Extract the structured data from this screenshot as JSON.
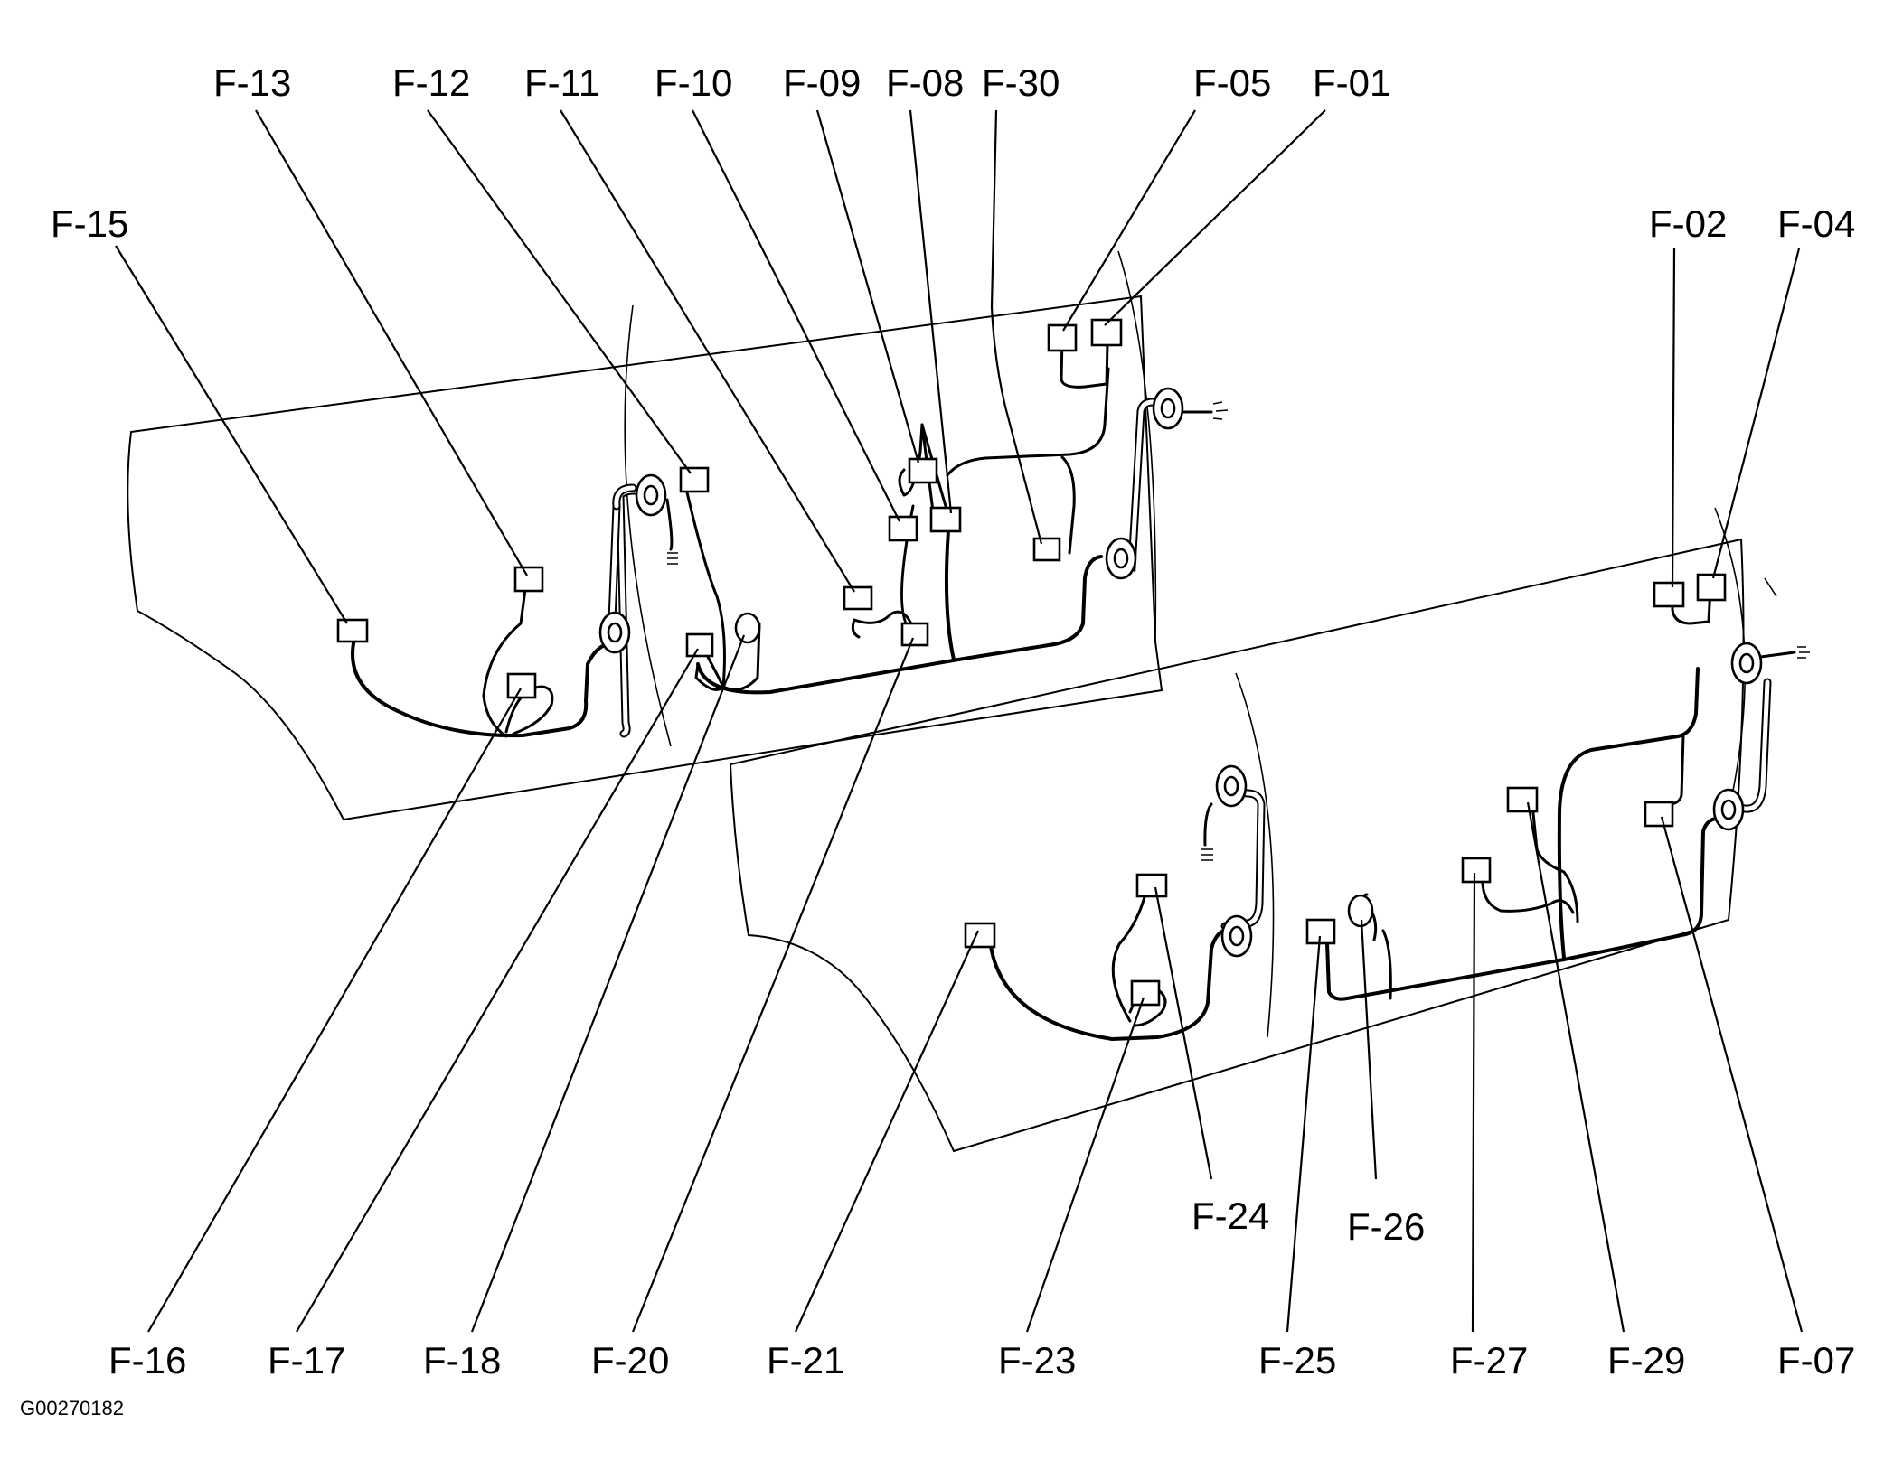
{
  "figure_code": "G00270182",
  "labels": {
    "f13": "F-13",
    "f12": "F-12",
    "f11": "F-11",
    "f10": "F-10",
    "f09": "F-09",
    "f08": "F-08",
    "f30": "F-30",
    "f05": "F-05",
    "f01": "F-01",
    "f15": "F-15",
    "f02": "F-02",
    "f04": "F-04",
    "f24": "F-24",
    "f26": "F-26",
    "f16": "F-16",
    "f17": "F-17",
    "f18": "F-18",
    "f20": "F-20",
    "f21": "F-21",
    "f23": "F-23",
    "f25": "F-25",
    "f27": "F-27",
    "f29": "F-29",
    "f07": "F-07"
  }
}
